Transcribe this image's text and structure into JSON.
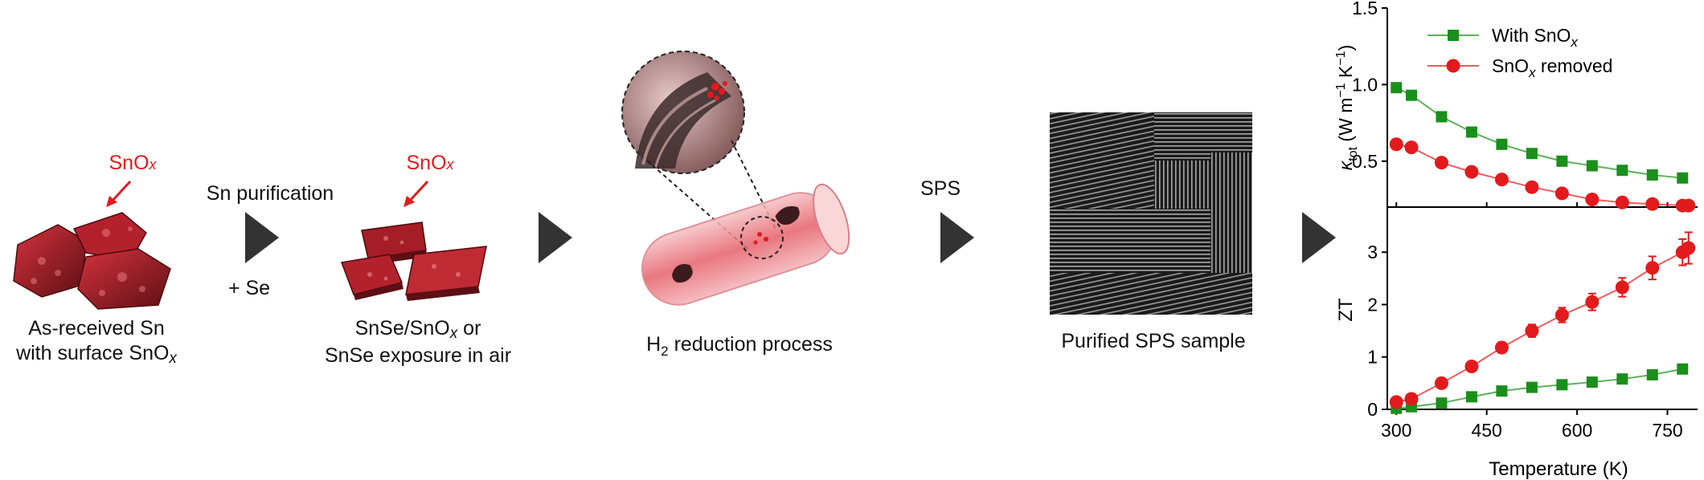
{
  "steps": {
    "s1": {
      "sub": "SnO",
      "sub_x": "x",
      "line1": "As-received Sn",
      "line2_prefix": "with surface SnO",
      "line2_sub": "x"
    },
    "p1": {
      "top": "Sn purification",
      "bottom": "+ Se"
    },
    "s2": {
      "sub": "SnO",
      "sub_x": "x",
      "line1_a": "SnSe/SnO",
      "line1_x": "x",
      "line1_b": " or",
      "line2": "SnSe exposure in air"
    },
    "s3": {
      "prefix": "H",
      "sub": "2",
      "rest": " reduction process"
    },
    "p2": {
      "top": "SPS"
    },
    "s4": {
      "label": "Purified SPS sample"
    }
  },
  "colors": {
    "red": "#e31a1c",
    "green": "#1a8f1a",
    "arrow": "#333333"
  },
  "chart_data": [
    {
      "type": "line",
      "ylabel_main": "κ",
      "ylabel_sub": "tot",
      "ylabel_units": "(W m",
      "ylabel_exp1": "−1",
      "ylabel_k": " K",
      "ylabel_exp2": "−1",
      "ylabel_close": ")",
      "ylim": [
        0.2,
        1.5
      ],
      "yticks": [
        0.5,
        1.0,
        1.5
      ],
      "ytick_labels": [
        "0.5",
        "1.0",
        "1.5"
      ],
      "x": [
        300,
        325,
        375,
        425,
        475,
        525,
        575,
        625,
        675,
        725,
        775
      ],
      "legend": [
        {
          "text": "With SnO",
          "sub": "x",
          "rest": ""
        },
        {
          "text": "SnO",
          "sub": "x",
          "rest": " removed"
        }
      ],
      "series": [
        {
          "marker": "square",
          "color": "#1a8f1a",
          "x": [
            300,
            325,
            375,
            425,
            475,
            525,
            575,
            625,
            675,
            725,
            775
          ],
          "values": [
            0.98,
            0.93,
            0.79,
            0.69,
            0.61,
            0.55,
            0.5,
            0.47,
            0.44,
            0.41,
            0.39
          ]
        },
        {
          "marker": "circle",
          "color": "#e31a1c",
          "x": [
            300,
            325,
            375,
            425,
            475,
            525,
            575,
            625,
            675,
            725,
            775,
            785
          ],
          "values": [
            0.61,
            0.59,
            0.49,
            0.43,
            0.38,
            0.33,
            0.29,
            0.25,
            0.23,
            0.22,
            0.21,
            0.21
          ]
        }
      ]
    },
    {
      "type": "line",
      "ylabel": "ZT",
      "xlabel": "Temperature (K)",
      "xlim": [
        285,
        800
      ],
      "ylim": [
        0,
        3.8
      ],
      "xticks": [
        300,
        450,
        600,
        750
      ],
      "xtick_labels": [
        "300",
        "450",
        "600",
        "750"
      ],
      "yticks": [
        0,
        1,
        2,
        3
      ],
      "ytick_labels": [
        "0",
        "1",
        "2",
        "3"
      ],
      "series": [
        {
          "marker": "square",
          "color": "#1a8f1a",
          "x": [
            300,
            325,
            375,
            425,
            475,
            525,
            575,
            625,
            675,
            725,
            775
          ],
          "values": [
            0.02,
            0.05,
            0.12,
            0.24,
            0.35,
            0.42,
            0.47,
            0.52,
            0.58,
            0.66,
            0.77
          ],
          "errors": []
        },
        {
          "marker": "circle",
          "color": "#e31a1c",
          "x": [
            300,
            325,
            375,
            425,
            475,
            525,
            575,
            625,
            675,
            725,
            775,
            785
          ],
          "values": [
            0.14,
            0.2,
            0.5,
            0.82,
            1.18,
            1.5,
            1.8,
            2.05,
            2.33,
            2.7,
            3.0,
            3.08
          ],
          "errors": [
            0.03,
            0.04,
            0.06,
            0.08,
            0.1,
            0.12,
            0.14,
            0.16,
            0.18,
            0.22,
            0.25,
            0.3
          ]
        }
      ]
    }
  ]
}
